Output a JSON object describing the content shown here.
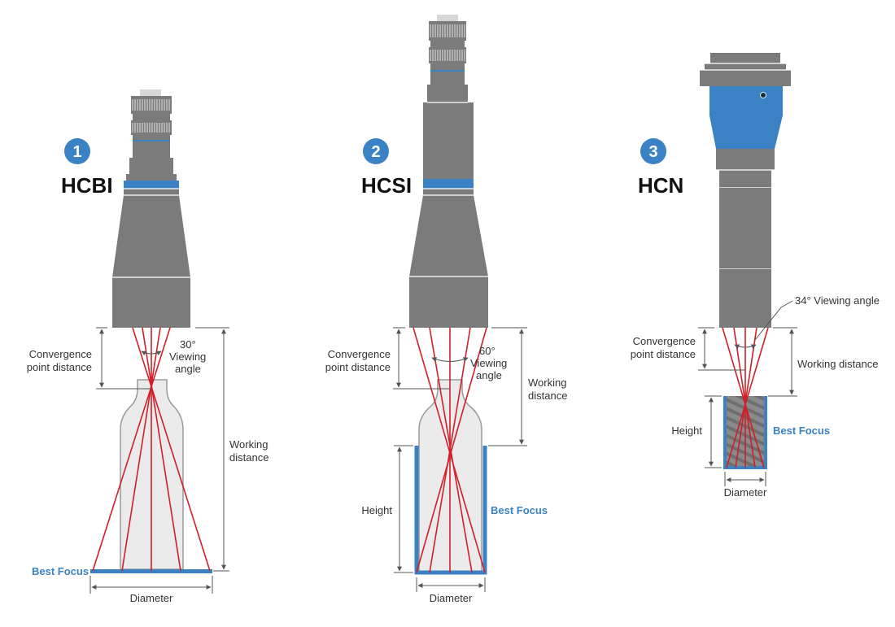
{
  "colors": {
    "accent_blue": "#3b82c4",
    "lens_gray": "#7b7b7b",
    "ray_red": "#d11f2a",
    "bottle_fill": "#ebebeb"
  },
  "panels": [
    {
      "number": "1",
      "title": "HCBI",
      "angle_label": [
        "30°",
        "Viewing",
        "angle"
      ],
      "convergence_label": [
        "Convergence",
        "point distance"
      ],
      "working_label": [
        "Working",
        "distance"
      ],
      "best_focus": "Best Focus",
      "diameter": "Diameter"
    },
    {
      "number": "2",
      "title": "HCSI",
      "angle_label": [
        "60°",
        "Viewing",
        "angle"
      ],
      "convergence_label": [
        "Convergence",
        "point distance"
      ],
      "working_label": [
        "Working",
        "distance"
      ],
      "height": "Height",
      "best_focus": "Best Focus",
      "diameter": "Diameter"
    },
    {
      "number": "3",
      "title": "HCN",
      "angle_label": "34° Viewing angle",
      "convergence_label": [
        "Convergence",
        "point distance"
      ],
      "working_label": "Working distance",
      "height": "Height",
      "best_focus": "Best Focus",
      "diameter": "Diameter"
    }
  ]
}
